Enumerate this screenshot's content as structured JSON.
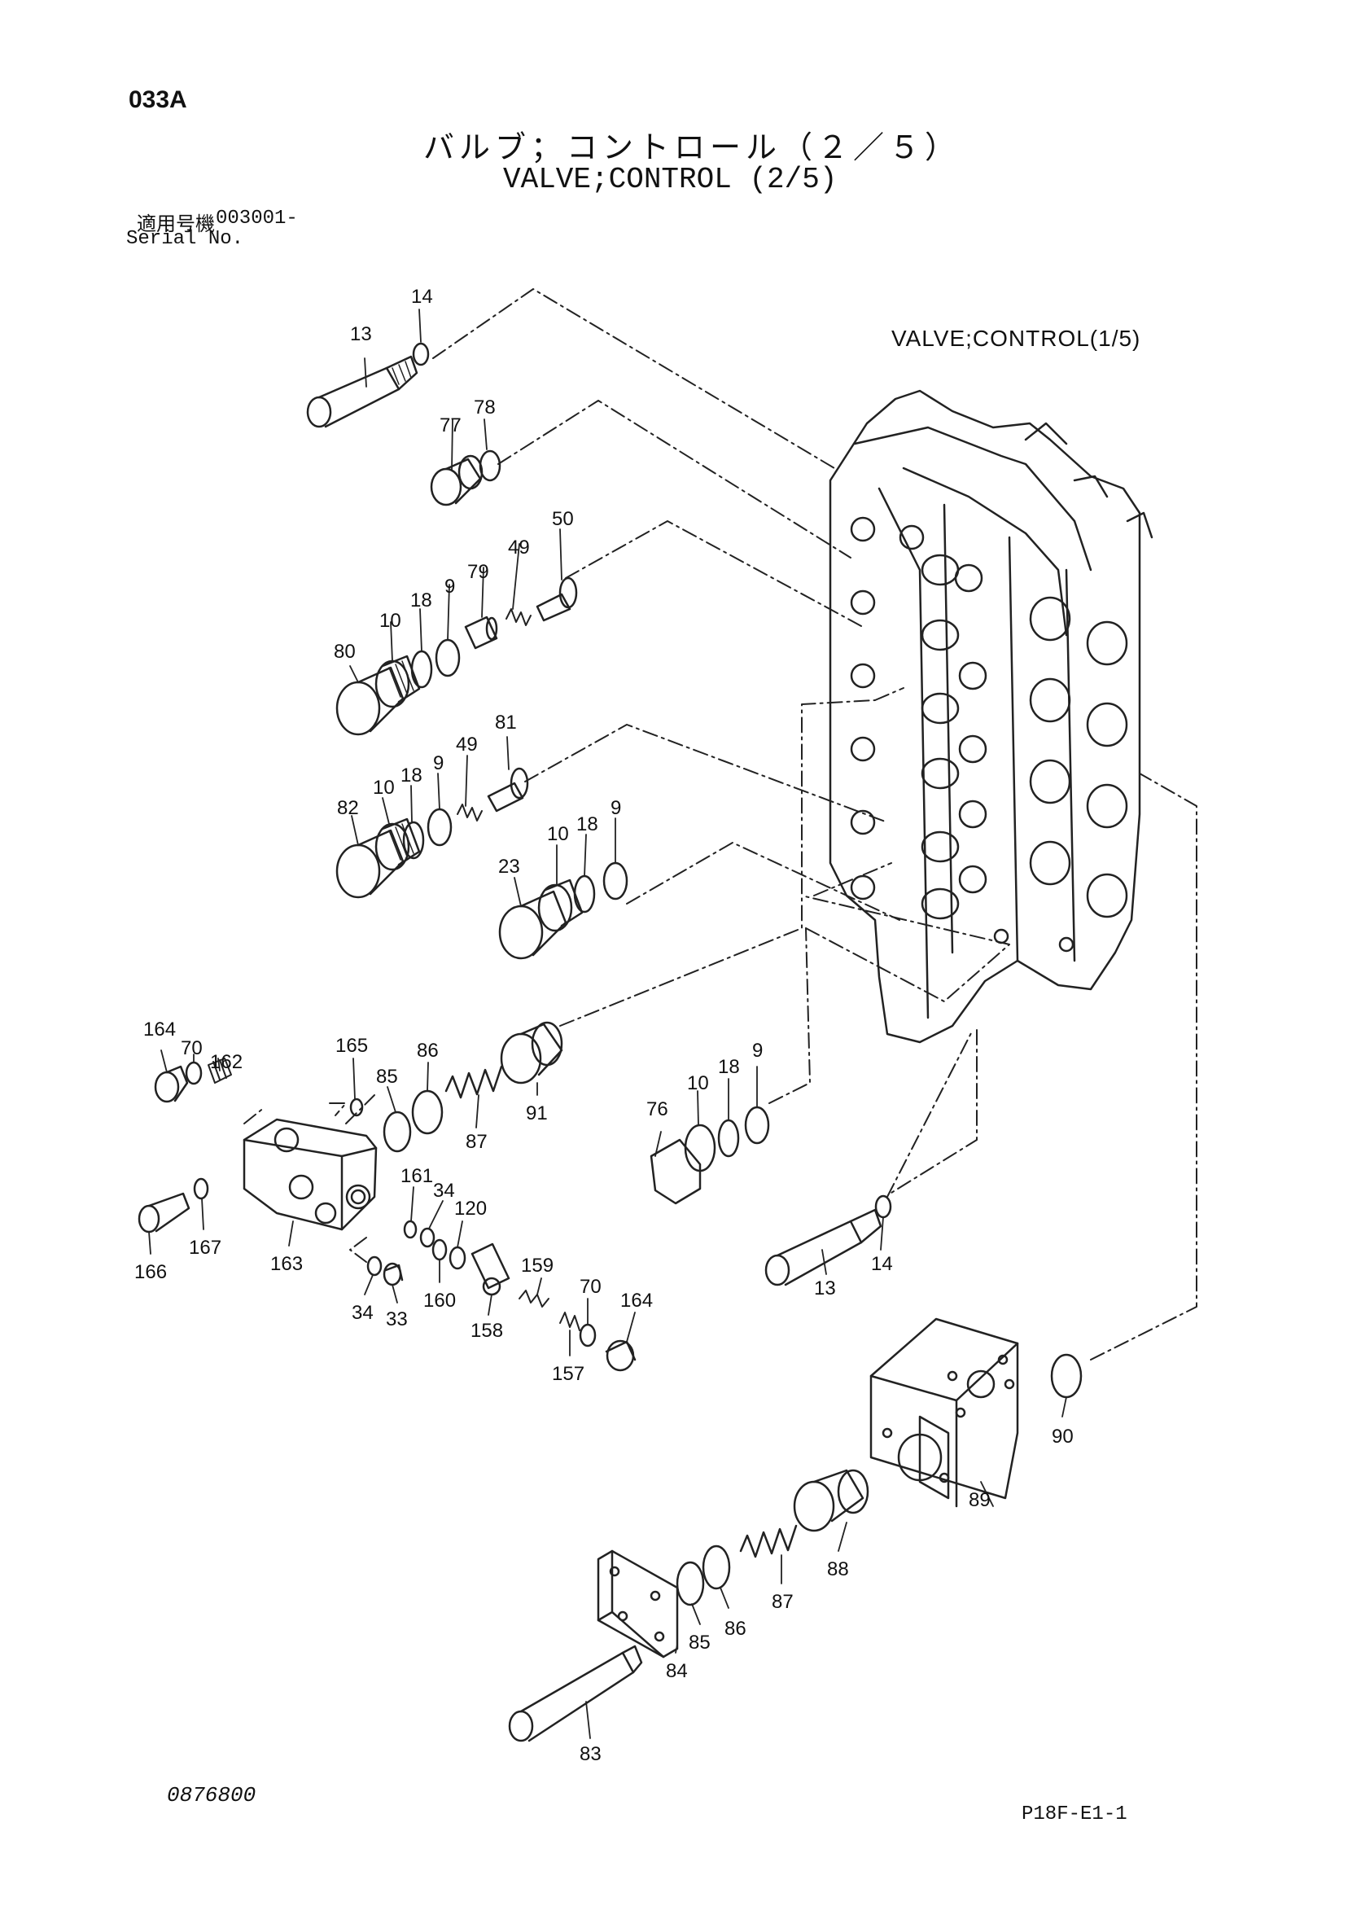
{
  "header": {
    "page_code": "033A",
    "title_jp": "バルブ；コントロール（２／５）",
    "title_en": "VALVE;CONTROL (2/5)",
    "serial_label_jp": "適用号機",
    "serial_value": "003001-",
    "serial_label_en": "Serial No."
  },
  "diagram": {
    "reference_label": "VALVE;CONTROL(1/5)",
    "callouts": [
      {
        "id": "c1",
        "text": "14"
      },
      {
        "id": "c2",
        "text": "13"
      },
      {
        "id": "c3",
        "text": "78"
      },
      {
        "id": "c4",
        "text": "77"
      },
      {
        "id": "c5",
        "text": "50"
      },
      {
        "id": "c6",
        "text": "49"
      },
      {
        "id": "c7",
        "text": "79"
      },
      {
        "id": "c8",
        "text": "9"
      },
      {
        "id": "c9",
        "text": "18"
      },
      {
        "id": "c10",
        "text": "10"
      },
      {
        "id": "c11",
        "text": "80"
      },
      {
        "id": "c12",
        "text": "81"
      },
      {
        "id": "c13",
        "text": "49"
      },
      {
        "id": "c14",
        "text": "9"
      },
      {
        "id": "c15",
        "text": "18"
      },
      {
        "id": "c16",
        "text": "10"
      },
      {
        "id": "c17",
        "text": "82"
      },
      {
        "id": "c18",
        "text": "9"
      },
      {
        "id": "c19",
        "text": "18"
      },
      {
        "id": "c20",
        "text": "10"
      },
      {
        "id": "c21",
        "text": "23"
      },
      {
        "id": "c22",
        "text": "164"
      },
      {
        "id": "c23",
        "text": "70"
      },
      {
        "id": "c24",
        "text": "162"
      },
      {
        "id": "c25",
        "text": "165"
      },
      {
        "id": "c26",
        "text": "85"
      },
      {
        "id": "c27",
        "text": "86"
      },
      {
        "id": "c28",
        "text": "87"
      },
      {
        "id": "c29",
        "text": "91"
      },
      {
        "id": "c30",
        "text": "9"
      },
      {
        "id": "c31",
        "text": "18"
      },
      {
        "id": "c32",
        "text": "10"
      },
      {
        "id": "c33",
        "text": "76"
      },
      {
        "id": "c34",
        "text": "161"
      },
      {
        "id": "c35",
        "text": "34"
      },
      {
        "id": "c36",
        "text": "120"
      },
      {
        "id": "c37",
        "text": "166"
      },
      {
        "id": "c38",
        "text": "167"
      },
      {
        "id": "c39",
        "text": "163"
      },
      {
        "id": "c40",
        "text": "34"
      },
      {
        "id": "c41",
        "text": "33"
      },
      {
        "id": "c42",
        "text": "160"
      },
      {
        "id": "c43",
        "text": "159"
      },
      {
        "id": "c44",
        "text": "158"
      },
      {
        "id": "c45",
        "text": "70"
      },
      {
        "id": "c46",
        "text": "164"
      },
      {
        "id": "c47",
        "text": "157"
      },
      {
        "id": "c48",
        "text": "14"
      },
      {
        "id": "c49",
        "text": "13"
      },
      {
        "id": "c50",
        "text": "90"
      },
      {
        "id": "c51",
        "text": "89"
      },
      {
        "id": "c52",
        "text": "88"
      },
      {
        "id": "c53",
        "text": "87"
      },
      {
        "id": "c54",
        "text": "86"
      },
      {
        "id": "c55",
        "text": "85"
      },
      {
        "id": "c56",
        "text": "84"
      },
      {
        "id": "c57",
        "text": "83"
      }
    ]
  },
  "footer": {
    "doc_number": "0876800",
    "page_ref": "P18F-E1-1"
  }
}
